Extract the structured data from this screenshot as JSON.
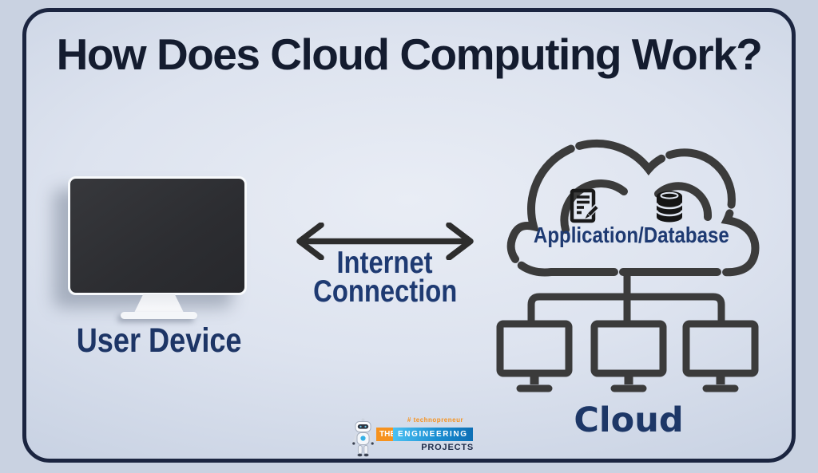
{
  "title": "How Does Cloud Computing Work?",
  "user_device": {
    "label": "User Device"
  },
  "connection": {
    "line1": "Internet",
    "line2": "Connection"
  },
  "cloud": {
    "caption": "Application/Database",
    "label": "Cloud"
  },
  "logo": {
    "tagline": "# technopreneur",
    "word1": "THE",
    "word2": "ENGINEERING",
    "word3": "PROJECTS"
  },
  "colors": {
    "background": "#ccd5e5",
    "frame_border": "#1b2540",
    "title_navy": "#141c2f",
    "label_navy": "#1e3a72",
    "outline_gray": "#3b3b3b",
    "logo_orange": "#f6921e",
    "logo_blue": "#0d6fb5"
  }
}
